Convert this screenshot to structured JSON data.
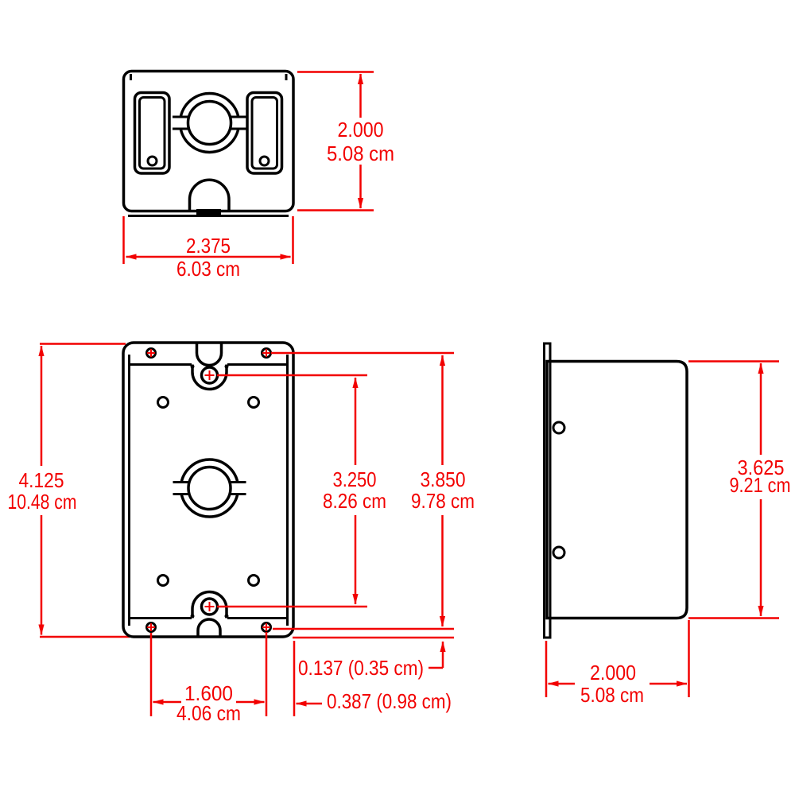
{
  "drawing": {
    "type": "engineering-dimension-drawing",
    "views": [
      "top-view",
      "front-view",
      "side-view"
    ],
    "units": "inches and centimeters"
  },
  "colors": {
    "dimension_red": "#f20000",
    "outline_black": "#000000",
    "background": "#ffffff"
  },
  "dims": {
    "top_height": {
      "in": "2.000",
      "cm": "5.08 cm"
    },
    "top_width": {
      "in": "2.375",
      "cm": "6.03 cm"
    },
    "front_height": {
      "in": "4.125",
      "cm": "10.48 cm"
    },
    "center_hole_span": {
      "in": "3.250",
      "cm": "8.26 cm"
    },
    "screw_hole_span": {
      "in": "3.850",
      "cm": "9.78 cm"
    },
    "screw_edge_offset": {
      "label": "0.137 (0.35 cm)"
    },
    "bottom_screw_span": {
      "in": "1.600",
      "cm": "4.06 cm"
    },
    "screw_corner_offset": {
      "label": "0.387 (0.98 cm)"
    },
    "side_height": {
      "in": "3.625",
      "cm": "9.21 cm"
    },
    "side_depth": {
      "in": "2.000",
      "cm": "5.08 cm"
    }
  }
}
